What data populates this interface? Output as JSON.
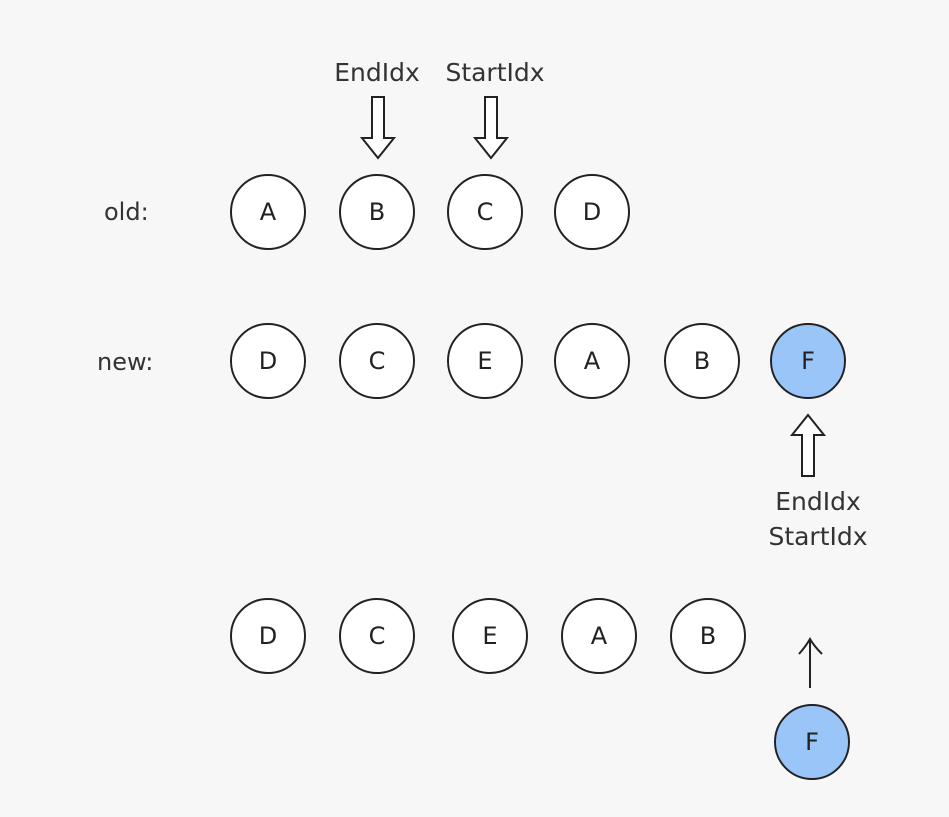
{
  "rows": {
    "old": {
      "label": "old:",
      "nodes": [
        "A",
        "B",
        "C",
        "D"
      ]
    },
    "new": {
      "label": "new:",
      "nodes": [
        "D",
        "C",
        "E",
        "A",
        "B",
        "F"
      ]
    },
    "result": {
      "nodes": [
        "D",
        "C",
        "E",
        "A",
        "B",
        "F"
      ]
    }
  },
  "pointers": {
    "old_end": "EndIdx",
    "old_start": "StartIdx",
    "new_end": "EndIdx",
    "new_start": "StartIdx"
  },
  "colors": {
    "highlight": "#99c5f8",
    "stroke": "#222222",
    "background": "#f7f7f7"
  },
  "highlighted_node": "F"
}
